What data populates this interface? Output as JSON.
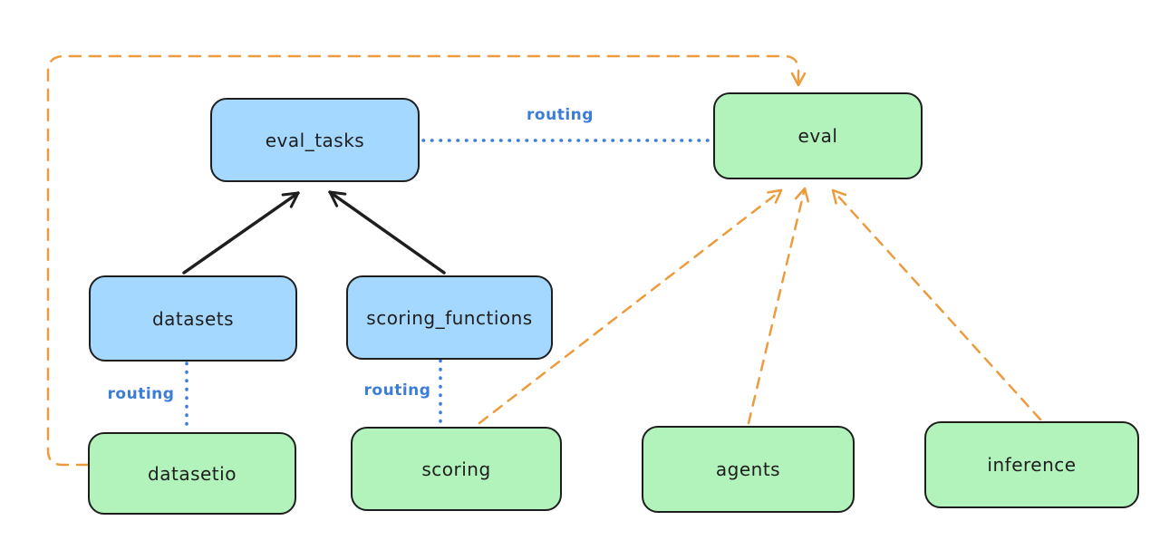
{
  "diagram": {
    "type": "architecture-flow",
    "nodes": [
      {
        "id": "eval_tasks",
        "label": "eval_tasks",
        "group": "api",
        "fill": "#a5d8ff"
      },
      {
        "id": "datasets",
        "label": "datasets",
        "group": "api",
        "fill": "#a5d8ff"
      },
      {
        "id": "scoring_functions",
        "label": "scoring_functions",
        "group": "api",
        "fill": "#a5d8ff"
      },
      {
        "id": "eval",
        "label": "eval",
        "group": "provider",
        "fill": "#b2f2bb"
      },
      {
        "id": "datasetio",
        "label": "datasetio",
        "group": "provider",
        "fill": "#b2f2bb"
      },
      {
        "id": "scoring",
        "label": "scoring",
        "group": "provider",
        "fill": "#b2f2bb"
      },
      {
        "id": "agents",
        "label": "agents",
        "group": "provider",
        "fill": "#b2f2bb"
      },
      {
        "id": "inference",
        "label": "inference",
        "group": "provider",
        "fill": "#b2f2bb"
      }
    ],
    "edges": [
      {
        "from": "datasets",
        "to": "eval_tasks",
        "style": "solid",
        "color": "#1e1e1e",
        "arrow": true,
        "label": ""
      },
      {
        "from": "scoring_functions",
        "to": "eval_tasks",
        "style": "solid",
        "color": "#1e1e1e",
        "arrow": true,
        "label": ""
      },
      {
        "from": "eval_tasks",
        "to": "eval",
        "style": "dotted",
        "color": "#3b7dd8",
        "arrow": false,
        "label": "routing"
      },
      {
        "from": "datasets",
        "to": "datasetio",
        "style": "dotted",
        "color": "#3b7dd8",
        "arrow": false,
        "label": "routing"
      },
      {
        "from": "scoring_functions",
        "to": "scoring",
        "style": "dotted",
        "color": "#3b7dd8",
        "arrow": false,
        "label": "routing"
      },
      {
        "from": "datasetio",
        "to": "eval",
        "style": "dashed",
        "color": "#ec9b3d",
        "arrow": true,
        "label": "",
        "route": "around-left-and-top"
      },
      {
        "from": "scoring",
        "to": "eval",
        "style": "dashed",
        "color": "#ec9b3d",
        "arrow": true,
        "label": ""
      },
      {
        "from": "agents",
        "to": "eval",
        "style": "dashed",
        "color": "#ec9b3d",
        "arrow": true,
        "label": ""
      },
      {
        "from": "inference",
        "to": "eval",
        "style": "dashed",
        "color": "#ec9b3d",
        "arrow": true,
        "label": ""
      }
    ],
    "colors": {
      "background": "#ffffff",
      "node_stroke": "#1e1e1e",
      "api_blue_fill": "#a5d8ff",
      "provider_green_fill": "#b2f2bb",
      "routing_blue": "#3b7dd8",
      "dependency_orange": "#ec9b3d",
      "text": "#1e1e1e"
    }
  }
}
